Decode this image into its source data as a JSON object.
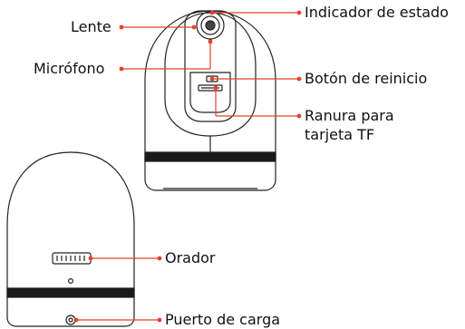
{
  "diagram": {
    "leader_color": "#e8402a",
    "labels": {
      "lens": "Lente",
      "microphone": "Micrófono",
      "status_indicator": "Indicador de estado",
      "reset_button": "Botón de reinicio",
      "tf_slot_line1": "Ranura para",
      "tf_slot_line2": "tarjeta TF",
      "speaker": "Orador",
      "charging_port": "Puerto de carga"
    }
  }
}
